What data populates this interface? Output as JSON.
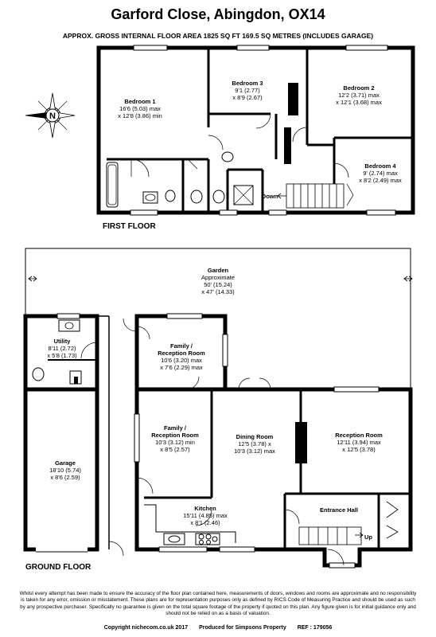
{
  "header": {
    "title": "Garford Close, Abingdon, OX14",
    "subtitle": "APPROX. GROSS INTERNAL FLOOR AREA 1825 SQ FT 169.5 SQ METRES (INCLUDES GARAGE)"
  },
  "compass": {
    "letter": "N",
    "icon": "compass-icon"
  },
  "first_floor": {
    "label": "FIRST FLOOR",
    "rooms": [
      {
        "name": "Bedroom 1",
        "lines": [
          "16'6 (5.03) max",
          "x 12'8 (3.86) min"
        ]
      },
      {
        "name": "Bedroom 3",
        "lines": [
          "9'1 (2.77)",
          "x 8'9 (2.67)"
        ]
      },
      {
        "name": "Bedroom 2",
        "lines": [
          "12'2 (3.71) max",
          "x 12'1 (3.68) max"
        ]
      },
      {
        "name": "Bedroom 4",
        "lines": [
          "9' (2.74) max",
          "x 8'2 (2.49) max"
        ]
      }
    ],
    "stair_label": "Down"
  },
  "ground_floor": {
    "label": "GROUND FLOOR",
    "garden": {
      "name": "Garden",
      "lines": [
        "Approximate",
        "50' (15.24)",
        "x 47' (14.33)"
      ]
    },
    "rooms": [
      {
        "name": "Utility",
        "lines": [
          "8'11 (2.72)",
          "x 5'8 (1.73)"
        ]
      },
      {
        "name": "Family /",
        "name2": "Reception Room",
        "lines": [
          "10'6 (3.20) max",
          "x 7'6 (2.29) max"
        ]
      },
      {
        "name": "Garage",
        "lines": [
          "18'10 (5.74)",
          "x 8'6 (2.59)"
        ]
      },
      {
        "name": "Family /",
        "name2": "Reception Room",
        "lines": [
          "10'3 (3.12) min",
          "x 8'5 (2.57)"
        ]
      },
      {
        "name": "Dining Room",
        "lines": [
          "12'5 (3.78) x",
          "10'3 (3.12) max"
        ]
      },
      {
        "name": "Reception Room",
        "lines": [
          "12'11 (3.94) max",
          "x 12'5 (3.78)"
        ]
      },
      {
        "name": "Kitchen",
        "lines": [
          "15'11 (4.85) max",
          "x 8'1 (2.46)"
        ]
      },
      {
        "name": "Entrance Hall",
        "lines": []
      }
    ],
    "stair_label": "Up"
  },
  "disclaimer": "Whilst every attempt has been made to ensure the accuracy of the floor plan contained here, measurements of doors, windows and rooms are approximate and no responsibility is taken for any error, omission or misstatement. These plans are for representation purposes only as defined by RICS Code of Measuring Practice and should be used as such by any prospective purchaser. Specifically no guarantee is given on the total square footage of the property if quoted on this plan. Any figure given is for initial guidance only and should not be relied on as a basis of valuation.",
  "footer": {
    "copyright": "Copyright nichecom.co.uk 2017",
    "produced": "Produced for Simpsons Property",
    "ref": "REF : 179056"
  }
}
